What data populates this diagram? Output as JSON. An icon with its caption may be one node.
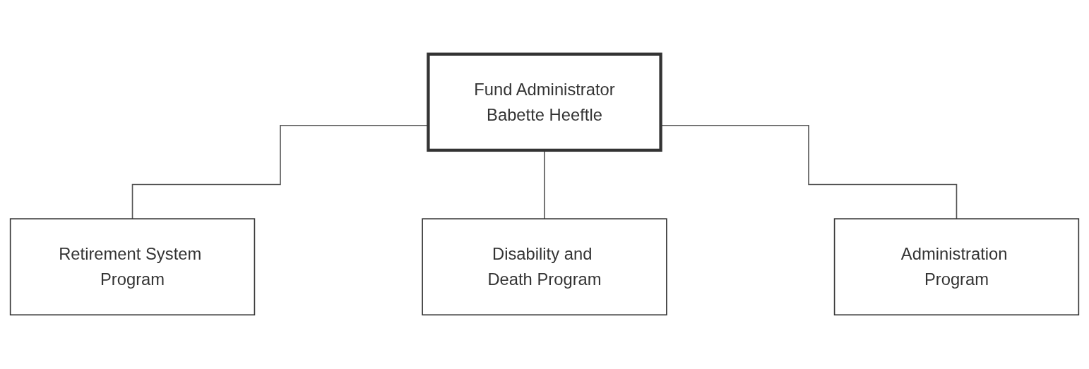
{
  "diagram": {
    "nodes": [
      {
        "text": [
          "Fund Administrator",
          "Babette Heeftle"
        ]
      },
      {
        "text": [
          "Retirement System Program"
        ]
      },
      {
        "text": [
          "Disability and Death Program"
        ]
      },
      {
        "text": [
          "Administration Program"
        ]
      }
    ],
    "edges": [
      {
        "from": 0,
        "to": 1,
        "arrow": "none"
      },
      {
        "from": 0,
        "to": 2,
        "arrow": "none"
      },
      {
        "from": 0,
        "to": 3,
        "arrow": "none"
      }
    ]
  }
}
